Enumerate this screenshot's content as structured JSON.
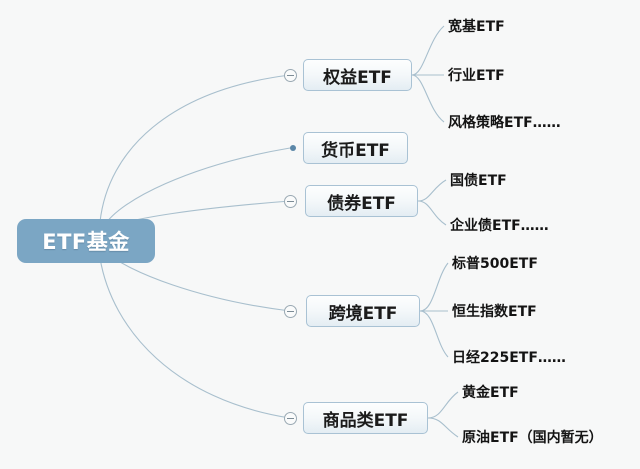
{
  "diagram": {
    "type": "mindmap",
    "title": "ETF基金",
    "background_color": "#f7f8f8",
    "root": {
      "label": "ETF基金",
      "fill_color": "#7ba6c4",
      "text_color": "#ffffff"
    },
    "branch_style": {
      "border_color": "#a9c2d4",
      "text_color": "#1b1b1b"
    },
    "edge_color": "#a8bfcd",
    "branches": [
      {
        "label": "权益ETF",
        "toggle": "collapse-minus-icon",
        "children": [
          {
            "label": "宽基ETF"
          },
          {
            "label": "行业ETF"
          },
          {
            "label": "风格策略ETF……"
          }
        ]
      },
      {
        "label": "货币ETF",
        "toggle": "leaf-dot-icon",
        "children": []
      },
      {
        "label": "债券ETF",
        "toggle": "collapse-minus-icon",
        "children": [
          {
            "label": "国债ETF"
          },
          {
            "label": "企业债ETF……"
          }
        ]
      },
      {
        "label": "跨境ETF",
        "toggle": "collapse-minus-icon",
        "children": [
          {
            "label": "标普500ETF"
          },
          {
            "label": "恒生指数ETF"
          },
          {
            "label": "日经225ETF……"
          }
        ]
      },
      {
        "label": "商品类ETF",
        "toggle": "collapse-minus-icon",
        "children": [
          {
            "label": "黄金ETF"
          },
          {
            "label": "原油ETF（国内暂无）"
          }
        ]
      }
    ]
  }
}
